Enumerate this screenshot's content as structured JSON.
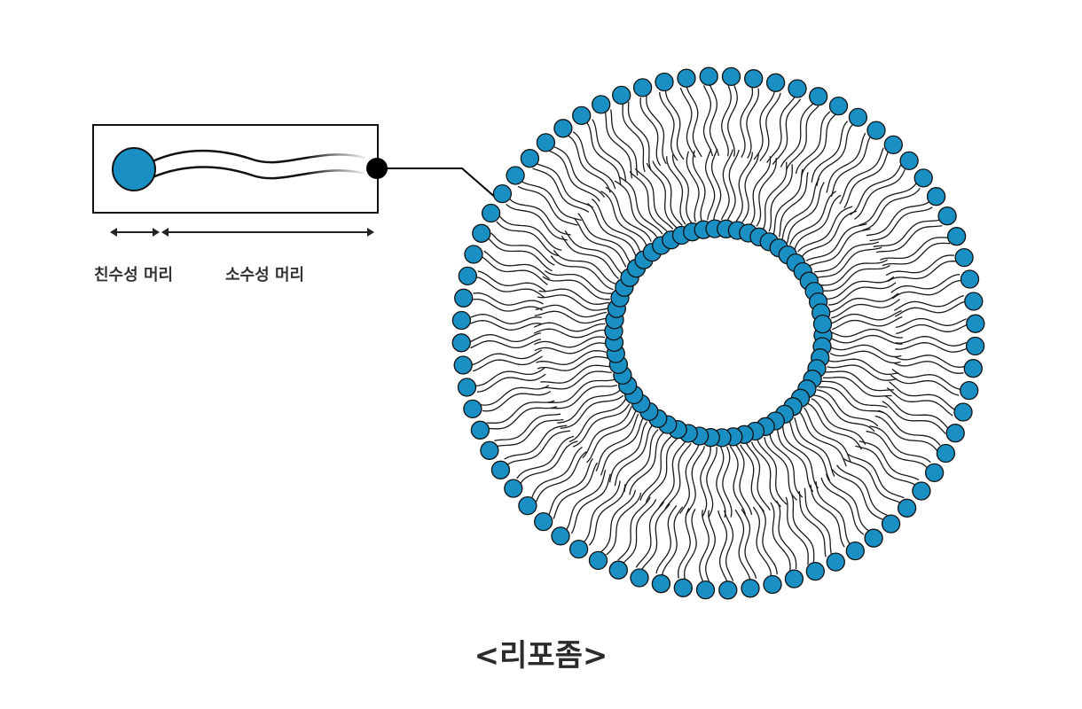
{
  "inset": {
    "hydrophilic_label": "친수성 머리",
    "hydrophobic_label": "소수성 머리"
  },
  "caption": "<리포좀>",
  "colors": {
    "head": "#1a8fc4",
    "outline": "#111111",
    "tail": "#1a1a1a",
    "connector_dot": "#000000"
  },
  "structure": {
    "outer_leaflet_heads": 72,
    "inner_leaflet_heads": 58
  }
}
